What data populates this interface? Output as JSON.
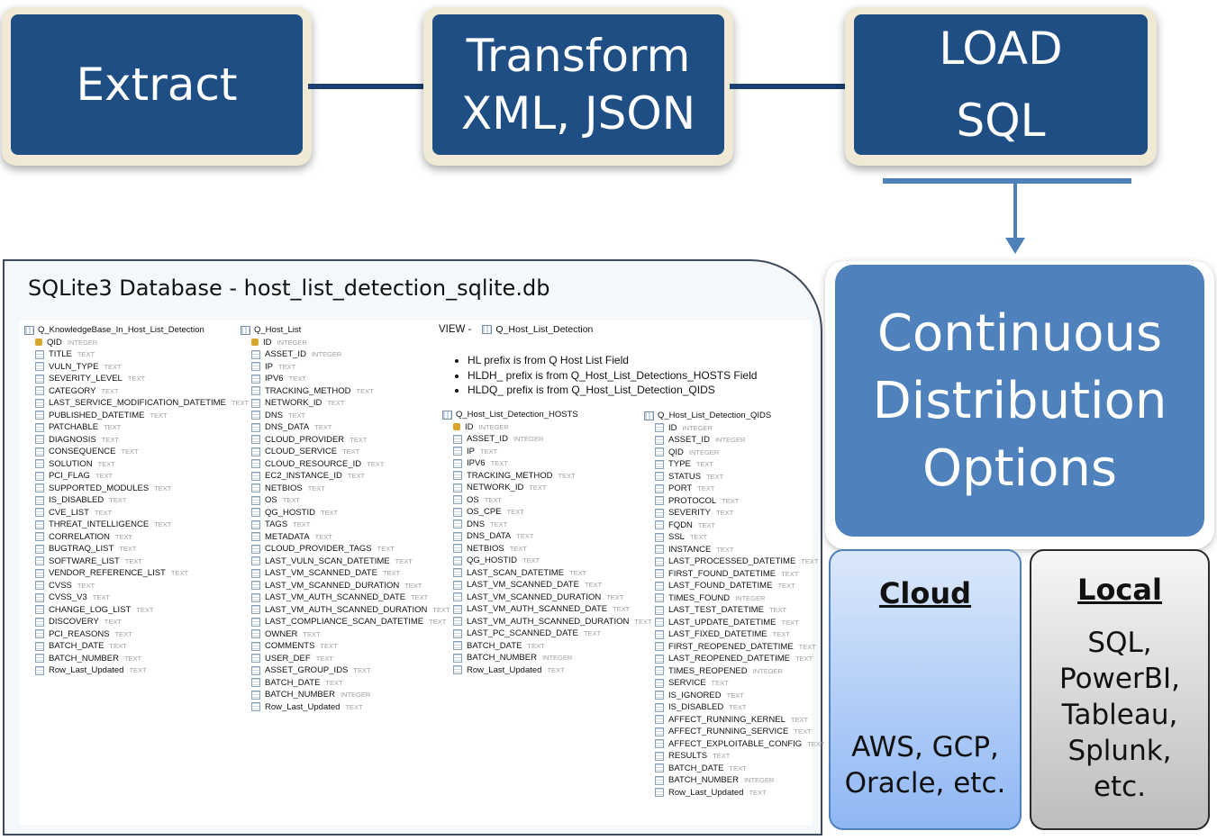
{
  "pipeline": {
    "extract_label": "Extract",
    "transform_line1": "Transform",
    "transform_line2": "XML, JSON",
    "load_line1": "LOAD",
    "load_line2": "SQL"
  },
  "database": {
    "title": "SQLite3 Database  - host_list_detection_sqlite.db",
    "view_prefix": "VIEW -",
    "view_name": "Q_Host_List_Detection",
    "notes": [
      "HL       prefix is from  Q  Host  List Field",
      "HLDH_  prefix is from Q_Host_List_Detections_HOSTS Field",
      "HLDQ_  prefix is from Q_Host_List_Detection_QIDS"
    ],
    "tables": [
      {
        "name": "Q_KnowledgeBase_In_Host_List_Detection",
        "columns": [
          {
            "name": "QID",
            "type": "INTEGER",
            "key": true
          },
          {
            "name": "TITLE",
            "type": "TEXT"
          },
          {
            "name": "VULN_TYPE",
            "type": "TEXT"
          },
          {
            "name": "SEVERITY_LEVEL",
            "type": "TEXT"
          },
          {
            "name": "CATEGORY",
            "type": "TEXT"
          },
          {
            "name": "LAST_SERVICE_MODIFICATION_DATETIME",
            "type": "TEXT"
          },
          {
            "name": "PUBLISHED_DATETIME",
            "type": "TEXT"
          },
          {
            "name": "PATCHABLE",
            "type": "TEXT"
          },
          {
            "name": "DIAGNOSIS",
            "type": "TEXT"
          },
          {
            "name": "CONSEQUENCE",
            "type": "TEXT"
          },
          {
            "name": "SOLUTION",
            "type": "TEXT"
          },
          {
            "name": "PCI_FLAG",
            "type": "TEXT"
          },
          {
            "name": "SUPPORTED_MODULES",
            "type": "TEXT"
          },
          {
            "name": "IS_DISABLED",
            "type": "TEXT"
          },
          {
            "name": "CVE_LIST",
            "type": "TEXT"
          },
          {
            "name": "THREAT_INTELLIGENCE",
            "type": "TEXT"
          },
          {
            "name": "CORRELATION",
            "type": "TEXT"
          },
          {
            "name": "BUGTRAQ_LIST",
            "type": "TEXT"
          },
          {
            "name": "SOFTWARE_LIST",
            "type": "TEXT"
          },
          {
            "name": "VENDOR_REFERENCE_LIST",
            "type": "TEXT"
          },
          {
            "name": "CVSS",
            "type": "TEXT"
          },
          {
            "name": "CVSS_V3",
            "type": "TEXT"
          },
          {
            "name": "CHANGE_LOG_LIST",
            "type": "TEXT"
          },
          {
            "name": "DISCOVERY",
            "type": "TEXT"
          },
          {
            "name": "PCI_REASONS",
            "type": "TEXT"
          },
          {
            "name": "BATCH_DATE",
            "type": "TEXT"
          },
          {
            "name": "BATCH_NUMBER",
            "type": "TEXT"
          },
          {
            "name": "Row_Last_Updated",
            "type": "TEXT"
          }
        ]
      },
      {
        "name": "Q_Host_List",
        "columns": [
          {
            "name": "ID",
            "type": "INTEGER",
            "key": true
          },
          {
            "name": "ASSET_ID",
            "type": "INTEGER"
          },
          {
            "name": "IP",
            "type": "TEXT"
          },
          {
            "name": "IPV6",
            "type": "TEXT"
          },
          {
            "name": "TRACKING_METHOD",
            "type": "TEXT"
          },
          {
            "name": "NETWORK_ID",
            "type": "TEXT"
          },
          {
            "name": "DNS",
            "type": "TEXT"
          },
          {
            "name": "DNS_DATA",
            "type": "TEXT"
          },
          {
            "name": "CLOUD_PROVIDER",
            "type": "TEXT"
          },
          {
            "name": "CLOUD_SERVICE",
            "type": "TEXT"
          },
          {
            "name": "CLOUD_RESOURCE_ID",
            "type": "TEXT"
          },
          {
            "name": "EC2_INSTANCE_ID",
            "type": "TEXT"
          },
          {
            "name": "NETBIOS",
            "type": "TEXT"
          },
          {
            "name": "OS",
            "type": "TEXT"
          },
          {
            "name": "QG_HOSTID",
            "type": "TEXT"
          },
          {
            "name": "TAGS",
            "type": "TEXT"
          },
          {
            "name": "METADATA",
            "type": "TEXT"
          },
          {
            "name": "CLOUD_PROVIDER_TAGS",
            "type": "TEXT"
          },
          {
            "name": "LAST_VULN_SCAN_DATETIME",
            "type": "TEXT"
          },
          {
            "name": "LAST_VM_SCANNED_DATE",
            "type": "TEXT"
          },
          {
            "name": "LAST_VM_SCANNED_DURATION",
            "type": "TEXT"
          },
          {
            "name": "LAST_VM_AUTH_SCANNED_DATE",
            "type": "TEXT"
          },
          {
            "name": "LAST_VM_AUTH_SCANNED_DURATION",
            "type": "TEXT"
          },
          {
            "name": "LAST_COMPLIANCE_SCAN_DATETIME",
            "type": "TEXT"
          },
          {
            "name": "OWNER",
            "type": "TEXT"
          },
          {
            "name": "COMMENTS",
            "type": "TEXT"
          },
          {
            "name": "USER_DEF",
            "type": "TEXT"
          },
          {
            "name": "ASSET_GROUP_IDS",
            "type": "TEXT"
          },
          {
            "name": "BATCH_DATE",
            "type": "TEXT"
          },
          {
            "name": "BATCH_NUMBER",
            "type": "INTEGER"
          },
          {
            "name": "Row_Last_Updated",
            "type": "TEXT"
          }
        ]
      },
      {
        "name": "Q_Host_List_Detection_HOSTS",
        "columns": [
          {
            "name": "ID",
            "type": "INTEGER",
            "key": true
          },
          {
            "name": "ASSET_ID",
            "type": "INTEGER"
          },
          {
            "name": "IP",
            "type": "TEXT"
          },
          {
            "name": "IPV6",
            "type": "TEXT"
          },
          {
            "name": "TRACKING_METHOD",
            "type": "TEXT"
          },
          {
            "name": "NETWORK_ID",
            "type": "TEXT"
          },
          {
            "name": "OS",
            "type": "TEXT"
          },
          {
            "name": "OS_CPE",
            "type": "TEXT"
          },
          {
            "name": "DNS",
            "type": "TEXT"
          },
          {
            "name": "DNS_DATA",
            "type": "TEXT"
          },
          {
            "name": "NETBIOS",
            "type": "TEXT"
          },
          {
            "name": "QG_HOSTID",
            "type": "TEXT"
          },
          {
            "name": "LAST_SCAN_DATETIME",
            "type": "TEXT"
          },
          {
            "name": "LAST_VM_SCANNED_DATE",
            "type": "TEXT"
          },
          {
            "name": "LAST_VM_SCANNED_DURATION",
            "type": "TEXT"
          },
          {
            "name": "LAST_VM_AUTH_SCANNED_DATE",
            "type": "TEXT"
          },
          {
            "name": "LAST_VM_AUTH_SCANNED_DURATION",
            "type": "TEXT"
          },
          {
            "name": "LAST_PC_SCANNED_DATE",
            "type": "TEXT"
          },
          {
            "name": "BATCH_DATE",
            "type": "TEXT"
          },
          {
            "name": "BATCH_NUMBER",
            "type": "INTEGER"
          },
          {
            "name": "Row_Last_Updated",
            "type": "TEXT"
          }
        ]
      },
      {
        "name": "Q_Host_List_Detection_QIDS",
        "columns": [
          {
            "name": "ID",
            "type": "INTEGER"
          },
          {
            "name": "ASSET_ID",
            "type": "INTEGER"
          },
          {
            "name": "QID",
            "type": "INTEGER"
          },
          {
            "name": "TYPE",
            "type": "TEXT"
          },
          {
            "name": "STATUS",
            "type": "TEXT"
          },
          {
            "name": "PORT",
            "type": "TEXT"
          },
          {
            "name": "PROTOCOL",
            "type": "TEXT"
          },
          {
            "name": "SEVERITY",
            "type": "TEXT"
          },
          {
            "name": "FQDN",
            "type": "TEXT"
          },
          {
            "name": "SSL",
            "type": "TEXT"
          },
          {
            "name": "INSTANCE",
            "type": "TEXT"
          },
          {
            "name": "LAST_PROCESSED_DATETIME",
            "type": "TEXT"
          },
          {
            "name": "FIRST_FOUND_DATETIME",
            "type": "TEXT"
          },
          {
            "name": "LAST_FOUND_DATETIME",
            "type": "TEXT"
          },
          {
            "name": "TIMES_FOUND",
            "type": "INTEGER"
          },
          {
            "name": "LAST_TEST_DATETIME",
            "type": "TEXT"
          },
          {
            "name": "LAST_UPDATE_DATETIME",
            "type": "TEXT"
          },
          {
            "name": "LAST_FIXED_DATETIME",
            "type": "TEXT"
          },
          {
            "name": "FIRST_REOPENED_DATETIME",
            "type": "TEXT"
          },
          {
            "name": "LAST_REOPENED_DATETIME",
            "type": "TEXT"
          },
          {
            "name": "TIMES_REOPENED",
            "type": "INTEGER"
          },
          {
            "name": "SERVICE",
            "type": "TEXT"
          },
          {
            "name": "IS_IGNORED",
            "type": "TEXT"
          },
          {
            "name": "IS_DISABLED",
            "type": "TEXT"
          },
          {
            "name": "AFFECT_RUNNING_KERNEL",
            "type": "TEXT"
          },
          {
            "name": "AFFECT_RUNNING_SERVICE",
            "type": "TEXT"
          },
          {
            "name": "AFFECT_EXPLOITABLE_CONFIG",
            "type": "TEXT"
          },
          {
            "name": "RESULTS",
            "type": "TEXT"
          },
          {
            "name": "BATCH_DATE",
            "type": "TEXT"
          },
          {
            "name": "BATCH_NUMBER",
            "type": "INTEGER"
          },
          {
            "name": "Row_Last_Updated",
            "type": "TEXT"
          }
        ]
      }
    ]
  },
  "distribution": {
    "title_lines": [
      "Continuous",
      "Distribution",
      "Options"
    ],
    "cloud_title": "Cloud",
    "cloud_lines": [
      "AWS, GCP,",
      "Oracle, etc."
    ],
    "local_title": "Local",
    "local_lines": [
      "SQL,",
      "PowerBI,",
      "Tableau,",
      "Splunk,",
      "etc."
    ]
  },
  "colors": {
    "pipeline_blue": "#1f4e85",
    "distribution_blue": "#4f81bd",
    "cloud_gradient_top": "#dbe8fb",
    "local_gradient_bottom": "#bdbdbd"
  }
}
